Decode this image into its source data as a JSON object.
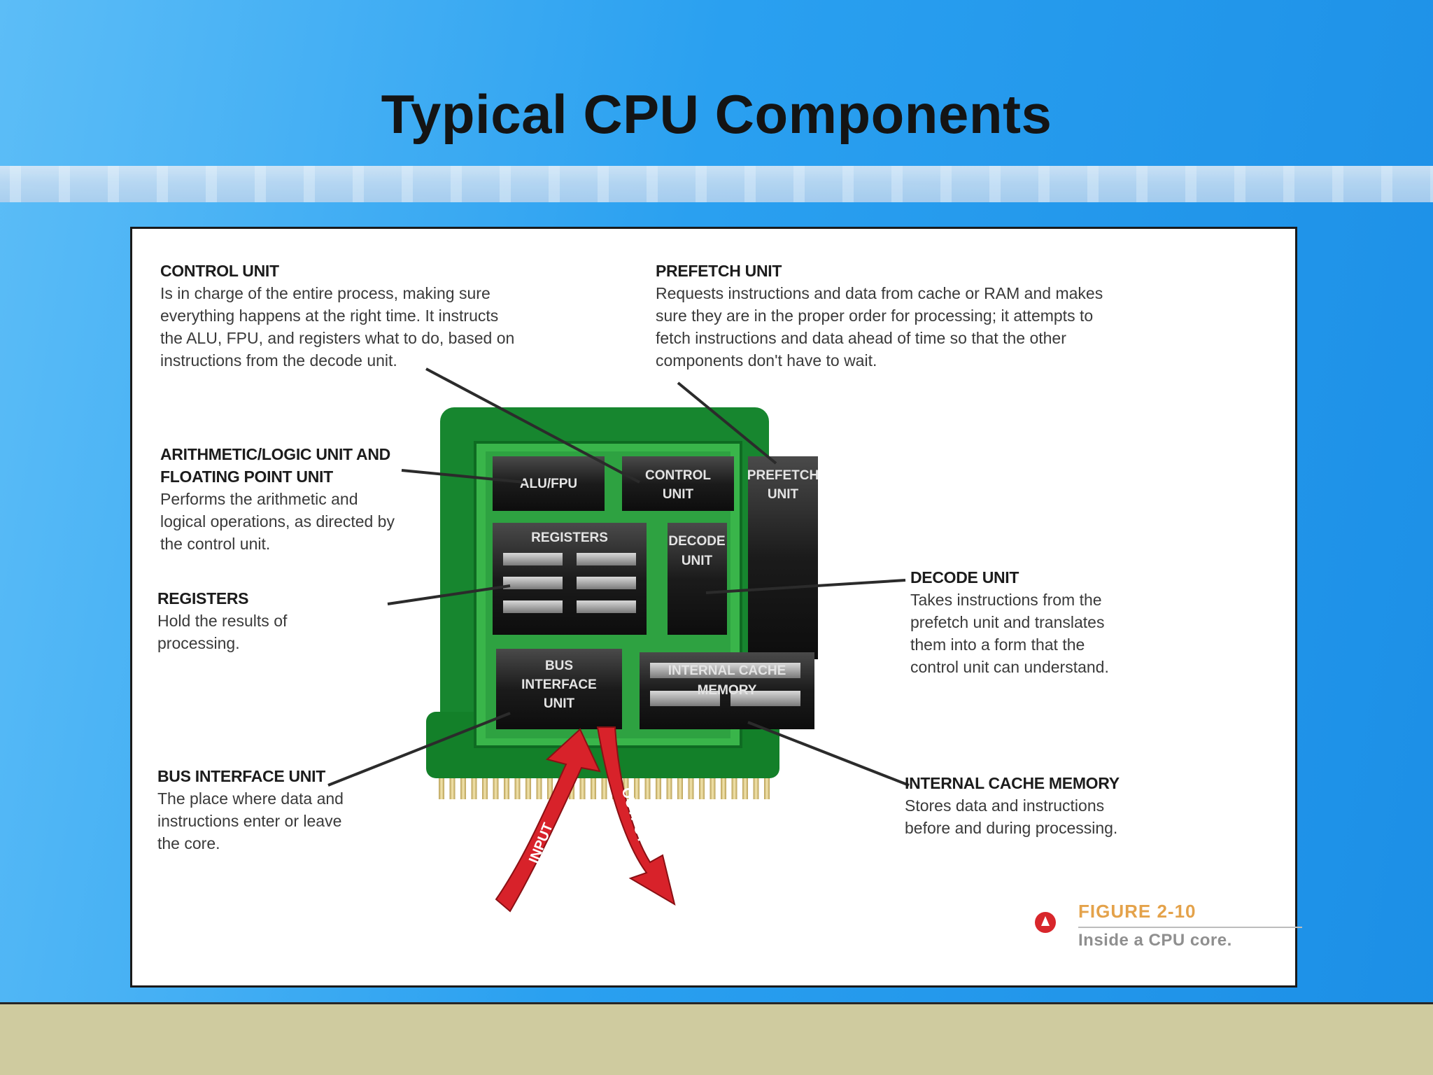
{
  "slide": {
    "title": "Typical CPU Components"
  },
  "callouts": {
    "control_unit": {
      "heading": "CONTROL UNIT",
      "body": "Is in charge of the entire process, making sure everything happens at the right time. It instructs the ALU, FPU, and registers what to do, based on instructions from the decode unit."
    },
    "prefetch_unit": {
      "heading": "PREFETCH UNIT",
      "body": "Requests instructions and data from cache or RAM and makes sure they are in the proper order for processing; it attempts to fetch instructions and data ahead of time so that the other components don't have to wait."
    },
    "alu_fpu": {
      "heading": "ARITHMETIC/LOGIC UNIT AND FLOATING POINT UNIT",
      "body": "Performs the arithmetic and logical operations, as directed by the control unit."
    },
    "registers": {
      "heading": "REGISTERS",
      "body": "Hold the results of processing."
    },
    "decode_unit": {
      "heading": "DECODE UNIT",
      "body": "Takes instructions from the prefetch unit and translates them into a form that the control unit can understand."
    },
    "bus_interface_unit": {
      "heading": "BUS INTERFACE UNIT",
      "body": "The place where data and instructions enter or leave the core."
    },
    "internal_cache_memory": {
      "heading": "INTERNAL CACHE MEMORY",
      "body": "Stores data and instructions before and during processing."
    }
  },
  "chip": {
    "alu_fpu": "ALU/FPU",
    "control_unit_line1": "CONTROL",
    "control_unit_line2": "UNIT",
    "prefetch_line1": "PREFETCH",
    "prefetch_line2": "UNIT",
    "registers": "REGISTERS",
    "decode_line1": "DECODE",
    "decode_line2": "UNIT",
    "bus_line1": "BUS",
    "bus_line2": "INTERFACE",
    "bus_line3": "UNIT",
    "cache_line1": "INTERNAL CACHE",
    "cache_line2": "MEMORY",
    "input_arrow": "INPUT",
    "output_arrow": "OUTPUT"
  },
  "figure": {
    "number": "FIGURE 2-10",
    "caption": "Inside a CPU core."
  },
  "colors": {
    "chip_green": "#1f9a3c",
    "block_dark": "#1a1a1a",
    "arrow_red": "#d8222a",
    "footer": "#cfcb9f"
  }
}
